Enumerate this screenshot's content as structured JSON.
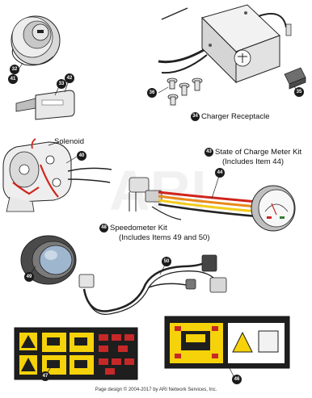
{
  "watermark": "ARI",
  "callouts": {
    "c32": "32",
    "c41": "41",
    "c42": "42",
    "c33": "33",
    "c34": "34",
    "c35": "35",
    "c36": "36",
    "c40": "40",
    "c43": "43",
    "c44": "44",
    "c48": "48",
    "c49": "49",
    "c50": "50",
    "c46": "46",
    "c47": "47"
  },
  "labels": {
    "charger_receptacle": "Charger Receptacle",
    "solenoid": "Solenoid",
    "state_of_charge_line1": "State of Charge Meter Kit",
    "state_of_charge_line2": "(Includes Item 44)",
    "speedometer_line1": "Speedometer Kit",
    "speedometer_line2": "(Includes Items 49 and 50)"
  },
  "footer": "Page design © 2004-2017 by ARI Network Services, Inc.",
  "colors": {
    "callout": "#1b1b1b",
    "wire_red": "#d0241c",
    "wire_orange": "#e8891a",
    "wire_yellow": "#f2cc1d",
    "decal_yellow": "#f5d20a",
    "decal_black": "#1e1e1e",
    "decal_red": "#c62828",
    "lens_blue": "#9fb6cf"
  }
}
